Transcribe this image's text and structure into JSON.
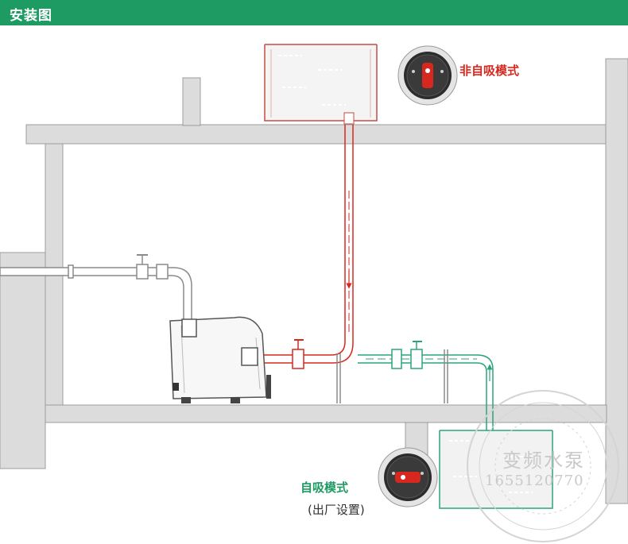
{
  "header": {
    "title": "安装图"
  },
  "modes": {
    "non_self_priming": "非自吸模式",
    "self_priming": "自吸模式",
    "factory_setting": "(出厂设置)"
  },
  "watermark": {
    "name": "变频水泵",
    "code": "1655120770"
  },
  "colors": {
    "header_green": "#1e9a63",
    "pipe_red": "#d7281f",
    "pipe_green": "#2aa57a",
    "wall_gray": "#dcdcdc",
    "outline_gray": "#8a8a8a"
  }
}
